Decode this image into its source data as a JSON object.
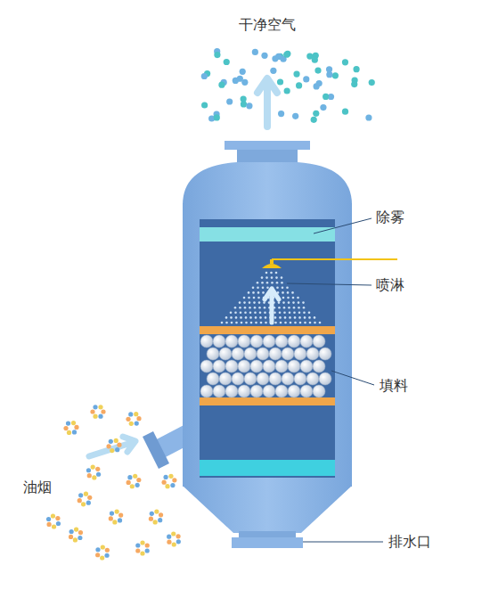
{
  "diagram": {
    "labels": [
      "干净空气",
      "除雾",
      "喷淋",
      "填料",
      "油烟",
      "排水口"
    ]
  }
}
